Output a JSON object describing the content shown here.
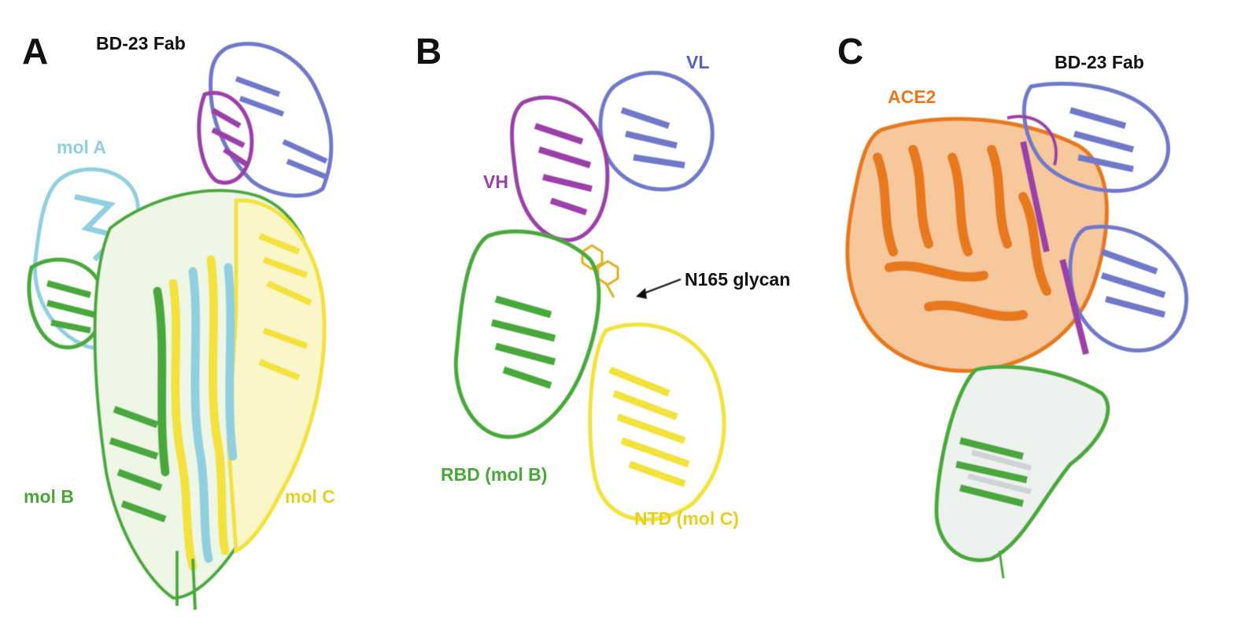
{
  "figure": {
    "panels": [
      {
        "letter": "A",
        "labels": {
          "fab": "BD-23 Fab",
          "mol_a": "mol A",
          "mol_b": "mol B",
          "mol_c": "mol C"
        }
      },
      {
        "letter": "B",
        "labels": {
          "vl": "VL",
          "vh": "VH",
          "glycan": "N165 glycan",
          "rbd": "RBD (mol B)",
          "ntd": "NTD (mol C)"
        }
      },
      {
        "letter": "C",
        "labels": {
          "fab": "BD-23 Fab",
          "ace2": "ACE2"
        }
      }
    ]
  },
  "colors": {
    "mol_a": "#8fcfe0",
    "mol_b": "#4aa83a",
    "mol_c": "#f2e23a",
    "vh": "#9b3fa8",
    "vl": "#6f78c9",
    "ace2": "#e8781e",
    "rbd_ref": "#cfd3d3",
    "text_dark": "#111111"
  },
  "icons": {
    "glycan_pointer": "arrow-icon"
  }
}
